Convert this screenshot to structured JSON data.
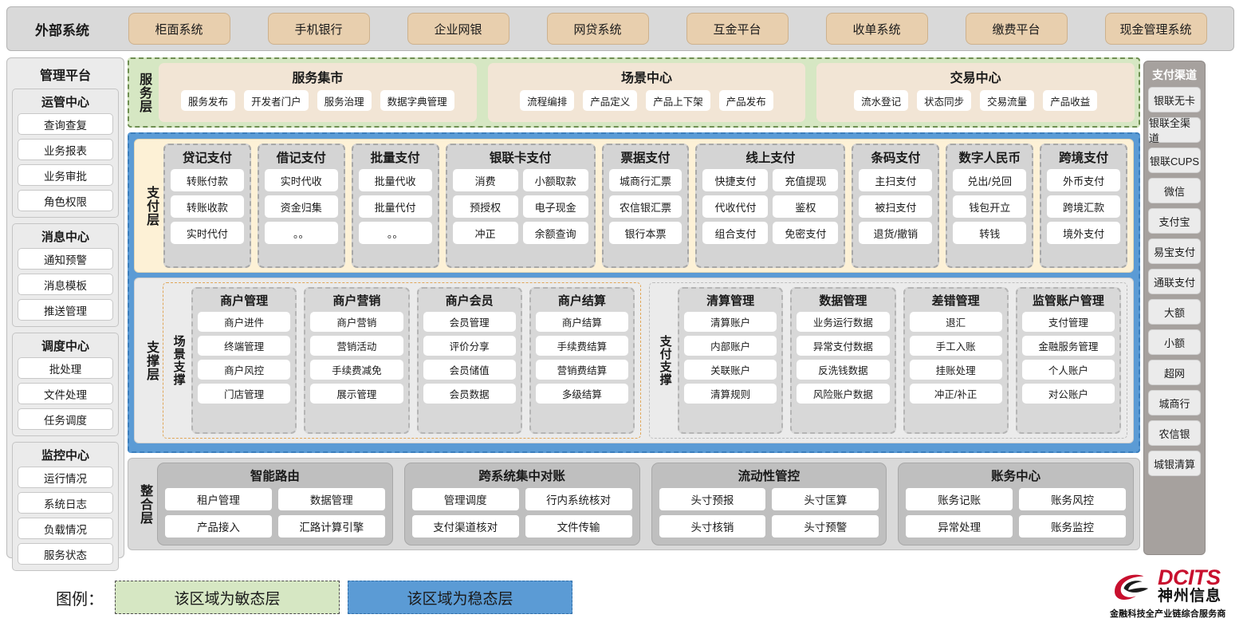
{
  "external": {
    "title": "外部系统",
    "items": [
      "柜面系统",
      "手机银行",
      "企业网银",
      "网贷系统",
      "互金平台",
      "收单系统",
      "缴费平台",
      "现金管理系统"
    ]
  },
  "management": {
    "title": "管理平台",
    "groups": [
      {
        "title": "运管中心",
        "items": [
          "查询查复",
          "业务报表",
          "业务审批",
          "角色权限"
        ]
      },
      {
        "title": "消息中心",
        "items": [
          "通知预警",
          "消息模板",
          "推送管理"
        ]
      },
      {
        "title": "调度中心",
        "items": [
          "批处理",
          "文件处理",
          "任务调度"
        ]
      },
      {
        "title": "监控中心",
        "items": [
          "运行情况",
          "系统日志",
          "负载情况",
          "服务状态"
        ]
      }
    ]
  },
  "channels": {
    "title": "支付渠道",
    "items": [
      "银联无卡",
      "银联全渠道",
      "银联CUPS",
      "微信",
      "支付宝",
      "易宝支付",
      "通联支付",
      "大额",
      "小额",
      "超网",
      "城商行",
      "农信银",
      "城银清算"
    ]
  },
  "service_layer": {
    "label": "服务层",
    "groups": [
      {
        "title": "服务集市",
        "items": [
          "服务发布",
          "开发者门户",
          "服务治理",
          "数据字典管理"
        ]
      },
      {
        "title": "场景中心",
        "items": [
          "流程编排",
          "产品定义",
          "产品上下架",
          "产品发布"
        ]
      },
      {
        "title": "交易中心",
        "items": [
          "流水登记",
          "状态同步",
          "交易流量",
          "产品收益"
        ]
      }
    ]
  },
  "payment_layer": {
    "label": "支付层",
    "groups": [
      {
        "title": "贷记支付",
        "cols": 1,
        "items": [
          "转账付款",
          "转账收款",
          "实时代付"
        ]
      },
      {
        "title": "借记支付",
        "cols": 1,
        "items": [
          "实时代收",
          "资金归集",
          "。。"
        ]
      },
      {
        "title": "批量支付",
        "cols": 1,
        "items": [
          "批量代收",
          "批量代付",
          "。。"
        ]
      },
      {
        "title": "银联卡支付",
        "cols": 2,
        "items": [
          "消费",
          "小额取款",
          "预授权",
          "电子现金",
          "冲正",
          "余额查询"
        ]
      },
      {
        "title": "票据支付",
        "cols": 1,
        "items": [
          "城商行汇票",
          "农信银汇票",
          "银行本票"
        ]
      },
      {
        "title": "线上支付",
        "cols": 2,
        "items": [
          "快捷支付",
          "充值提现",
          "代收代付",
          "鉴权",
          "组合支付",
          "免密支付"
        ]
      },
      {
        "title": "条码支付",
        "cols": 1,
        "items": [
          "主扫支付",
          "被扫支付",
          "退货/撤销"
        ]
      },
      {
        "title": "数字人民币",
        "cols": 1,
        "items": [
          "兑出/兑回",
          "钱包开立",
          "转钱"
        ]
      },
      {
        "title": "跨境支付",
        "cols": 1,
        "items": [
          "外币支付",
          "跨境汇款",
          "境外支付"
        ]
      }
    ]
  },
  "support_layer": {
    "label": "支撑层",
    "sections": [
      {
        "label": "场景支撑",
        "style": "agile",
        "cards": [
          {
            "title": "商户管理",
            "items": [
              "商户进件",
              "终端管理",
              "商户风控",
              "门店管理"
            ]
          },
          {
            "title": "商户营销",
            "items": [
              "商户营销",
              "营销活动",
              "手续费减免",
              "展示管理"
            ]
          },
          {
            "title": "商户会员",
            "items": [
              "会员管理",
              "评价分享",
              "会员储值",
              "会员数据"
            ]
          },
          {
            "title": "商户结算",
            "items": [
              "商户结算",
              "手续费结算",
              "营销费结算",
              "多级结算"
            ]
          }
        ]
      },
      {
        "label": "支付支撑",
        "style": "stable",
        "cards": [
          {
            "title": "清算管理",
            "items": [
              "清算账户",
              "内部账户",
              "关联账户",
              "清算规则"
            ]
          },
          {
            "title": "数据管理",
            "items": [
              "业务运行数据",
              "异常支付数据",
              "反洗钱数据",
              "风险账户数据"
            ]
          },
          {
            "title": "差错管理",
            "items": [
              "退汇",
              "手工入账",
              "挂账处理",
              "冲正/补正"
            ]
          },
          {
            "title": "监管账户管理",
            "items": [
              "支付管理",
              "金融服务管理",
              "个人账户",
              "对公账户"
            ]
          }
        ]
      }
    ]
  },
  "integration_layer": {
    "label": "整合层",
    "groups": [
      {
        "title": "智能路由",
        "rows": [
          [
            "租户管理",
            "数据管理"
          ],
          [
            "产品接入",
            "汇路计算引擎"
          ]
        ]
      },
      {
        "title": "跨系统集中对账",
        "rows": [
          [
            "管理调度",
            "行内系统核对"
          ],
          [
            "支付渠道核对",
            "文件传输"
          ]
        ]
      },
      {
        "title": "流动性管控",
        "rows": [
          [
            "头寸预报",
            "头寸匡算"
          ],
          [
            "头寸核销",
            "头寸预警"
          ]
        ]
      },
      {
        "title": "账务中心",
        "rows": [
          [
            "账务记账",
            "账务风控"
          ],
          [
            "异常处理",
            "账务监控"
          ]
        ]
      }
    ]
  },
  "legend": {
    "label": "图例：",
    "agile_text": "该区域为敏态层",
    "stable_text": "该区域为稳态层",
    "agile_color": "#d6e7c3",
    "stable_color": "#5b9bd5"
  },
  "logo": {
    "en": "DCITS",
    "cn": "神州信息",
    "tagline": "金融科技全产业链综合服务商",
    "color": "#c8102e"
  }
}
